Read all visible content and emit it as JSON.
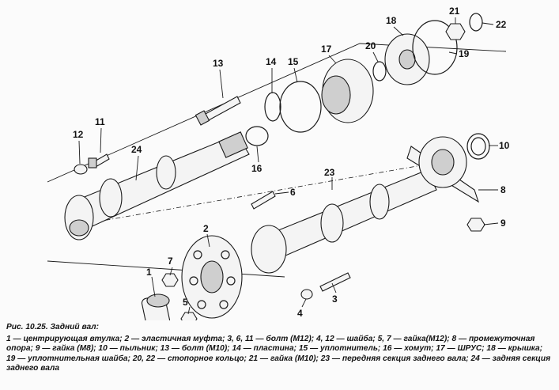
{
  "labels": {
    "n1": "1",
    "n2": "2",
    "n3": "3",
    "n4": "4",
    "n5": "5",
    "n6": "6",
    "n7": "7",
    "n8": "8",
    "n9": "9",
    "n10": "10",
    "n11": "11",
    "n12": "12",
    "n13": "13",
    "n14": "14",
    "n15": "15",
    "n16": "16",
    "n17": "17",
    "n18": "18",
    "n19": "19",
    "n20": "20",
    "n21": "21",
    "n22": "22",
    "n23": "23",
    "n24": "24"
  },
  "caption": {
    "title": "Рис. 10.25. Задний вал:",
    "legend": "1 — центрирующая втулка; 2 — эластичная муфта; 3, 6, 11 — болт (М12); 4, 12 — шайба; 5, 7 — гайка(М12); 8 — промежуточная опора; 9 — гайка (М8); 10 — пыльник; 13 — болт (М10); 14 — пластина; 15 — уплотнитель; 16 — хомут; 17 — ШРУС; 18 — крышка; 19 — уплотнительная шайба; 20, 22 — стопорное кольцо; 21 — гайка (М10); 23 — передняя секция заднего вала; 24 — задняя секция заднего вала"
  }
}
